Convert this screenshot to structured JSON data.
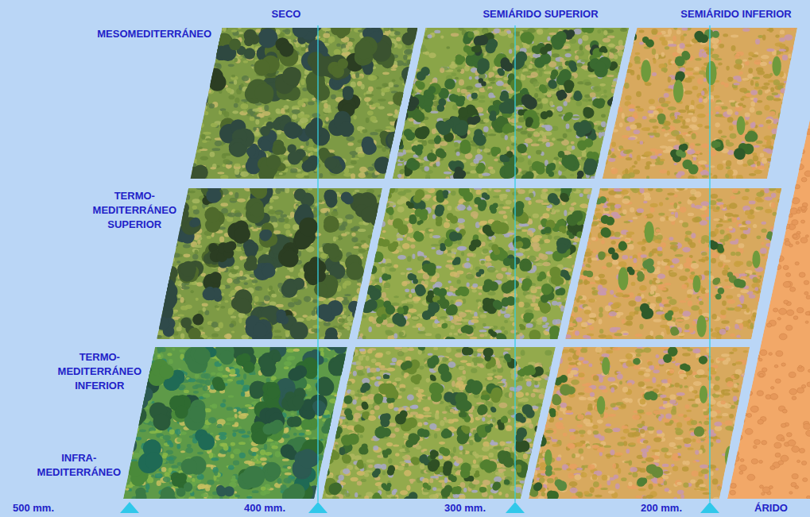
{
  "diagram": {
    "labels": [
      "SECO",
      "SEMIÁRIDO SUPERIOR",
      "SEMIÁRIDO INFERIOR",
      "MESOMEDITERRÁNEO",
      "TERMO- MEDITERRÁNEO SUPERIOR",
      "TERMO- MEDITERRÁNEO INFERIOR",
      "INFRA- MEDITERRÁNEO",
      "500 mm.",
      "400 mm.",
      "300 mm.",
      "200 mm.",
      "ÁRIDO"
    ]
  }
}
